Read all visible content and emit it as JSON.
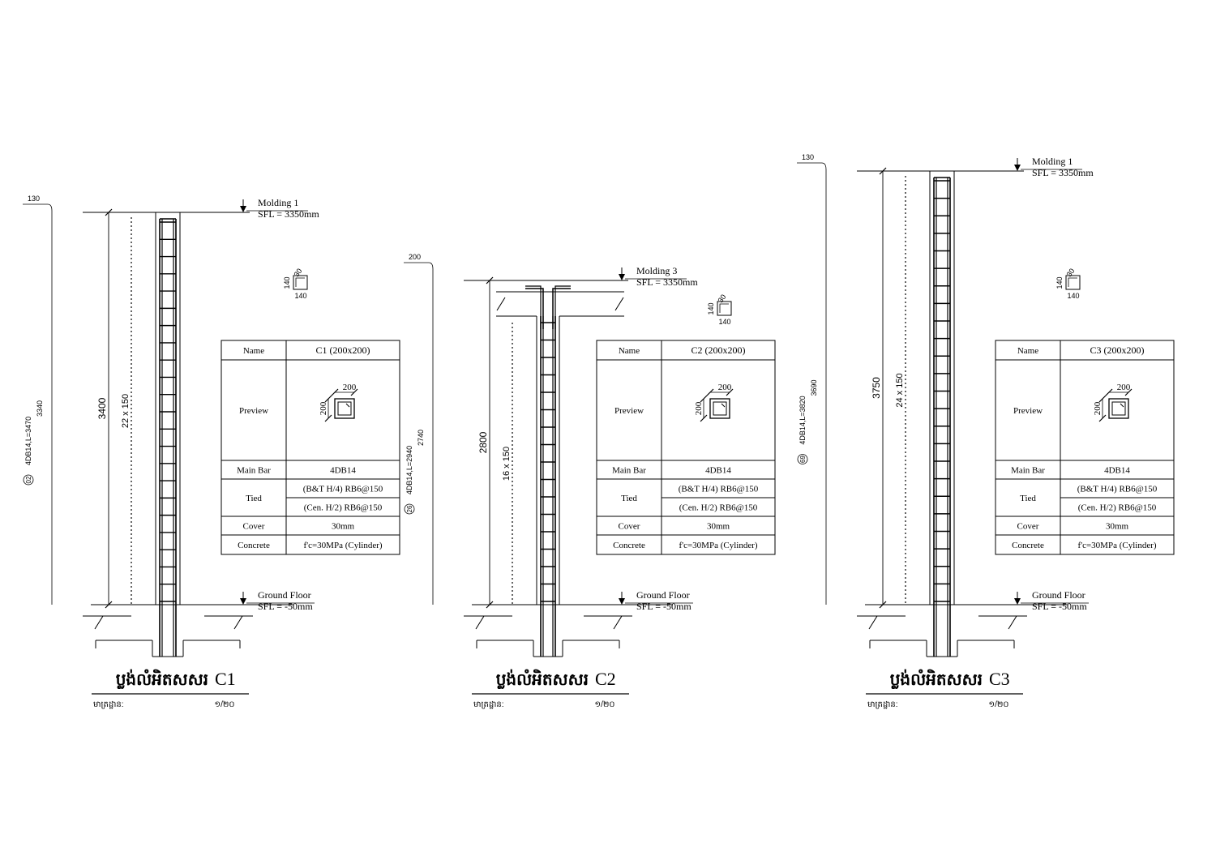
{
  "sheet": {
    "background": "#ffffff",
    "line_color": "#000000"
  },
  "columns": [
    {
      "id": "c1",
      "dim_top": "130",
      "total_dim": "3340",
      "rebar_note": "4DB14,L=3470",
      "rebar_mark": "02",
      "height_dim": "3400",
      "stirrup_label": "22 x 150",
      "top_level": {
        "name": "Molding 1",
        "sfl": "SFL = 3350mm"
      },
      "bottom_level": {
        "name": "Ground Floor",
        "sfl": "SFL = -50mm"
      },
      "title_kh": "ប្លង់លំអិតសសរ",
      "title_code": "C1",
      "scale_label": "មាត្រដ្ឋាន:",
      "scale_value": "១/២០",
      "mini_section": {
        "left": "140",
        "bottom": "140",
        "top": "30"
      },
      "table": {
        "name_label": "Name",
        "name_value": "C1 (200x200)",
        "preview_label": "Preview",
        "preview_w": "200",
        "preview_h": "200",
        "main_bar_label": "Main Bar",
        "main_bar_value": "4DB14",
        "tied_label": "Tied",
        "tied_1": "(B&T H/4) RB6@150",
        "tied_2": "(Cen. H/2) RB6@150",
        "cover_label": "Cover",
        "cover_value": "30mm",
        "concrete_label": "Concrete",
        "concrete_value": "f'c=30MPa (Cylinder)"
      }
    },
    {
      "id": "c2",
      "dim_top": "200",
      "total_dim": "2740",
      "rebar_note": "4DB14,L=2940",
      "rebar_mark": "26",
      "height_dim": "2800",
      "stirrup_label": "16 x 150",
      "top_level": {
        "name": "Molding 3",
        "sfl": "SFL = 3350mm"
      },
      "bottom_level": {
        "name": "Ground Floor",
        "sfl": "SFL = -50mm"
      },
      "title_kh": "ប្លង់លំអិតសសរ",
      "title_code": "C2",
      "scale_label": "មាត្រដ្ឋាន:",
      "scale_value": "១/២០",
      "mini_section": {
        "left": "140",
        "bottom": "140",
        "top": "30"
      },
      "table": {
        "name_label": "Name",
        "name_value": "C2 (200x200)",
        "preview_label": "Preview",
        "preview_w": "200",
        "preview_h": "200",
        "main_bar_label": "Main Bar",
        "main_bar_value": "4DB14",
        "tied_label": "Tied",
        "tied_1": "(B&T H/4) RB6@150",
        "tied_2": "(Cen. H/2) RB6@150",
        "cover_label": "Cover",
        "cover_value": "30mm",
        "concrete_label": "Concrete",
        "concrete_value": "f'c=30MPa (Cylinder)"
      }
    },
    {
      "id": "c3",
      "dim_top": "130",
      "total_dim": "3690",
      "rebar_note": "4DB14,L=3820",
      "rebar_mark": "69",
      "height_dim": "3750",
      "stirrup_label": "24 x 150",
      "top_level": {
        "name": "Molding 1",
        "sfl": "SFL = 3350mm"
      },
      "bottom_level": {
        "name": "Ground Floor",
        "sfl": "SFL = -50mm"
      },
      "title_kh": "ប្លង់លំអិតសសរ",
      "title_code": "C3",
      "scale_label": "មាត្រដ្ឋាន:",
      "scale_value": "១/២០",
      "mini_section": {
        "left": "140",
        "bottom": "140",
        "top": "30"
      },
      "table": {
        "name_label": "Name",
        "name_value": "C3 (200x200)",
        "preview_label": "Preview",
        "preview_w": "200",
        "preview_h": "200",
        "main_bar_label": "Main Bar",
        "main_bar_value": "4DB14",
        "tied_label": "Tied",
        "tied_1": "(B&T H/4) RB6@150",
        "tied_2": "(Cen. H/2) RB6@150",
        "cover_label": "Cover",
        "cover_value": "30mm",
        "concrete_label": "Concrete",
        "concrete_value": "f'c=30MPa (Cylinder)"
      }
    }
  ]
}
